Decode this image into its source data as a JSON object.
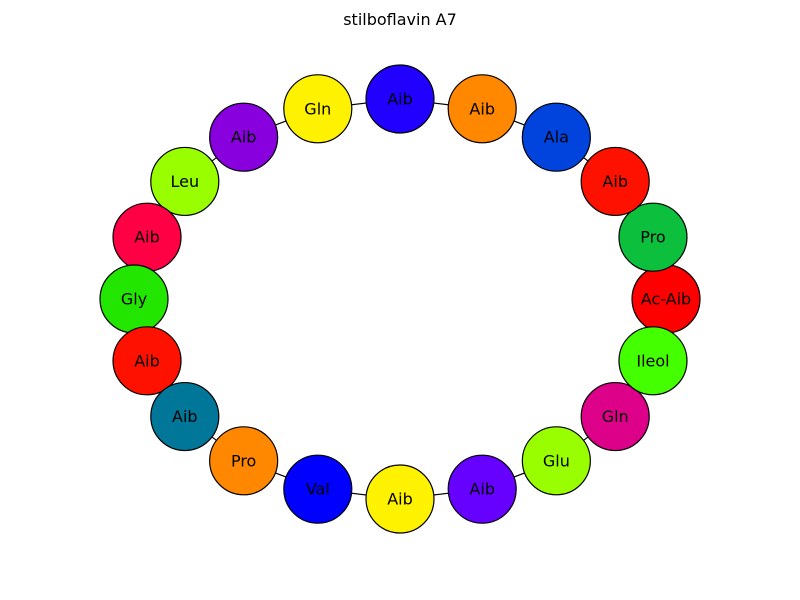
{
  "title": "stilboflavin A7",
  "residues": [
    {
      "label": "Ac-Aib",
      "color": "#ff0000"
    },
    {
      "label": "Pro",
      "color": "#0cbf3c"
    },
    {
      "label": "Aib",
      "color": "#ff1100"
    },
    {
      "label": "Ala",
      "color": "#0044dd"
    },
    {
      "label": "Aib",
      "color": "#ff8800"
    },
    {
      "label": "Aib",
      "color": "#2200ff"
    },
    {
      "label": "Gln",
      "color": "#fff200"
    },
    {
      "label": "Aib",
      "color": "#8800dd"
    },
    {
      "label": "Leu",
      "color": "#99ff00"
    },
    {
      "label": "Aib",
      "color": "#ff0044"
    },
    {
      "label": "Gly",
      "color": "#22e600"
    },
    {
      "label": "Aib",
      "color": "#ff1100"
    },
    {
      "label": "Aib",
      "color": "#007799"
    },
    {
      "label": "Pro",
      "color": "#ff8800"
    },
    {
      "label": "Val",
      "color": "#0000ff"
    },
    {
      "label": "Aib",
      "color": "#fff200"
    },
    {
      "label": "Aib",
      "color": "#6600ff"
    },
    {
      "label": "Glu",
      "color": "#99ff00"
    },
    {
      "label": "Gln",
      "color": "#dd0088"
    },
    {
      "label": "Ileol",
      "color": "#44ff00"
    }
  ]
}
